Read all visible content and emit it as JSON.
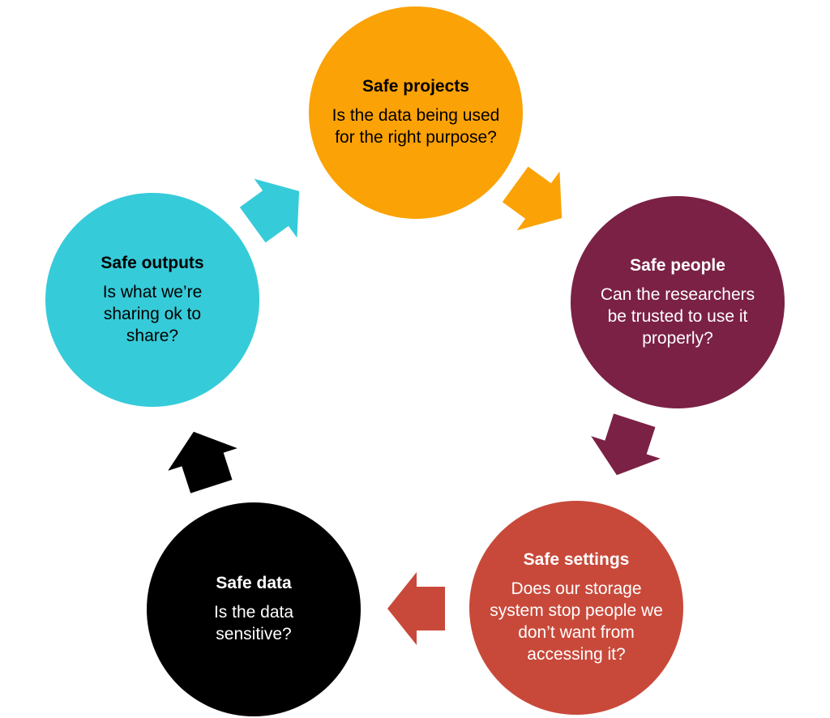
{
  "colors": {
    "projects": "#FBA206",
    "people": "#7B2145",
    "settings": "#C8493A",
    "data": "#000000",
    "outputs": "#36CBD9"
  },
  "nodes": {
    "projects": {
      "title": "Safe projects",
      "question": "Is the data being used for the right purpose?"
    },
    "people": {
      "title": "Safe people",
      "question": "Can the researchers be trusted to use it properly?"
    },
    "settings": {
      "title": "Safe settings",
      "question": "Does our storage system stop people we don’t want from accessing it?"
    },
    "data": {
      "title": "Safe data",
      "question": "Is the data sensitive?"
    },
    "outputs": {
      "title": "Safe outputs",
      "question": "Is what we’re sharing ok to share?"
    }
  }
}
